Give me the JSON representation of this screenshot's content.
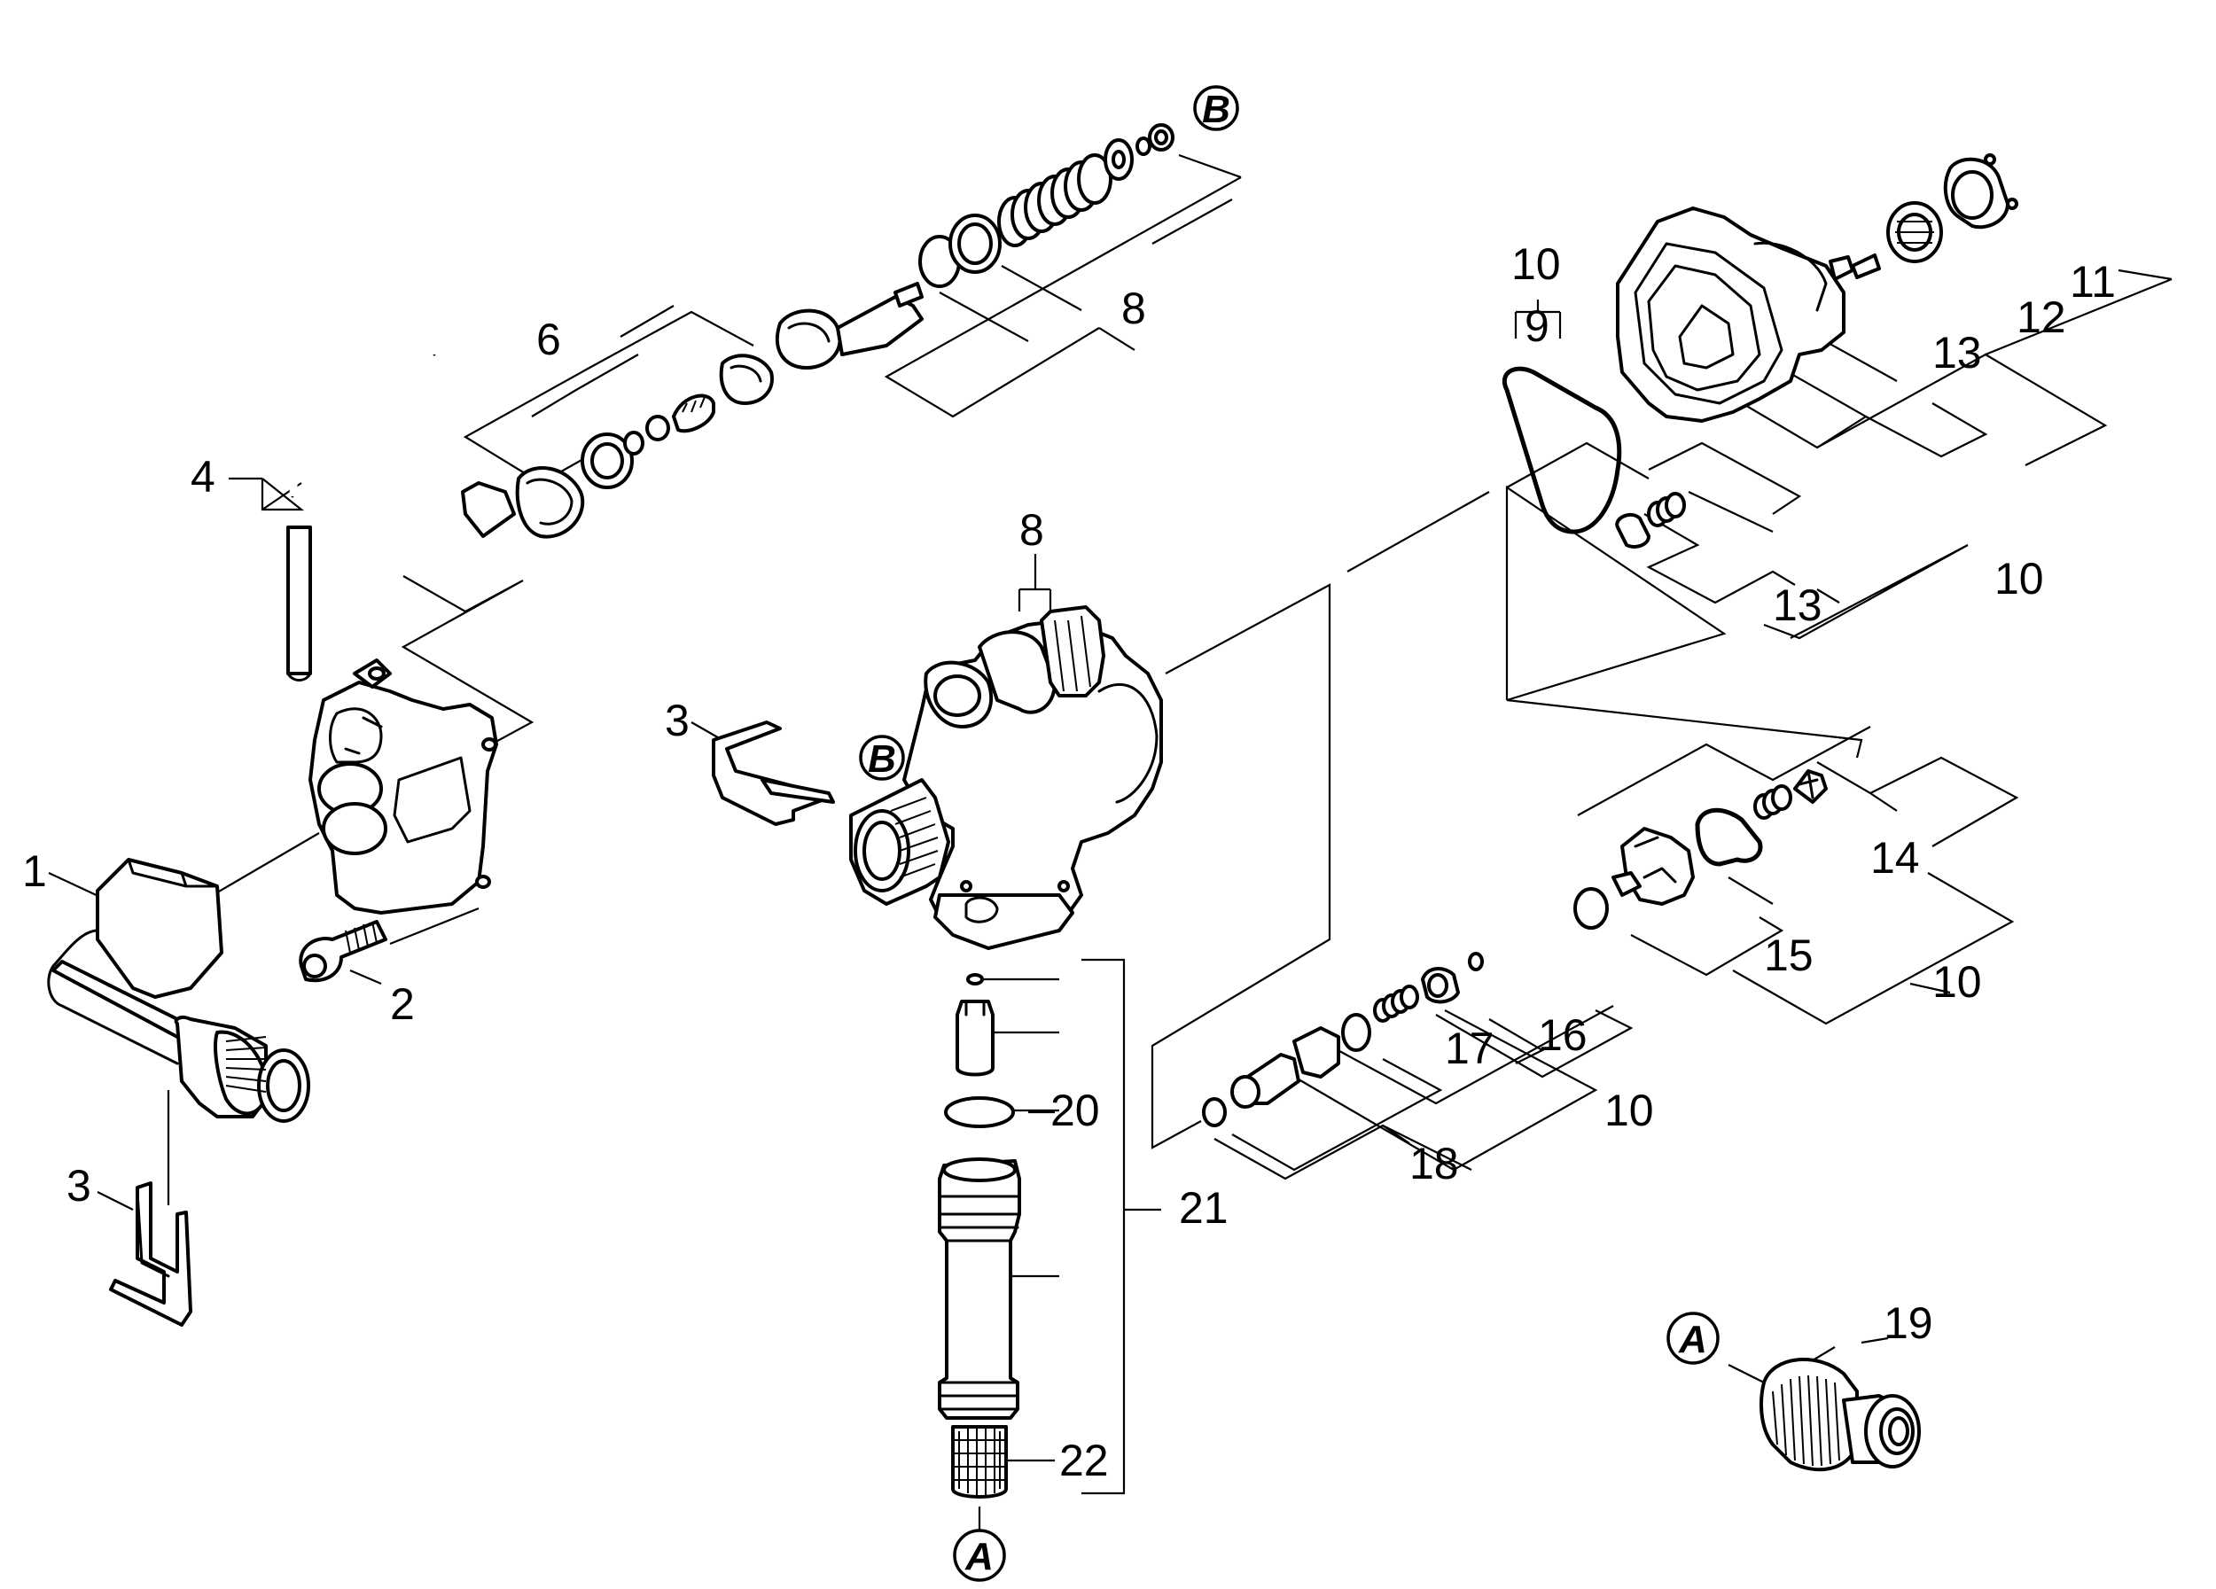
{
  "callouts": {
    "c1": "1",
    "c2": "2",
    "c3a": "3",
    "c3b": "3",
    "c4": "4",
    "c6": "6",
    "c8a": "8",
    "c8b": "8",
    "c9": "9",
    "c10a": "10",
    "c10b": "10",
    "c10c": "10",
    "c10d": "10",
    "c11": "11",
    "c12": "12",
    "c13a": "13",
    "c13b": "13",
    "c14": "14",
    "c15": "15",
    "c16": "16",
    "c17": "17",
    "c18": "18",
    "c19": "19",
    "c20": "20",
    "c21": "21",
    "c22": "22"
  },
  "references": {
    "ref_a_bottom": "A",
    "ref_a_right": "A",
    "ref_b_top": "B",
    "ref_b_center": "B"
  },
  "colors": {
    "ink": "#000000",
    "paper": "#ffffff"
  }
}
